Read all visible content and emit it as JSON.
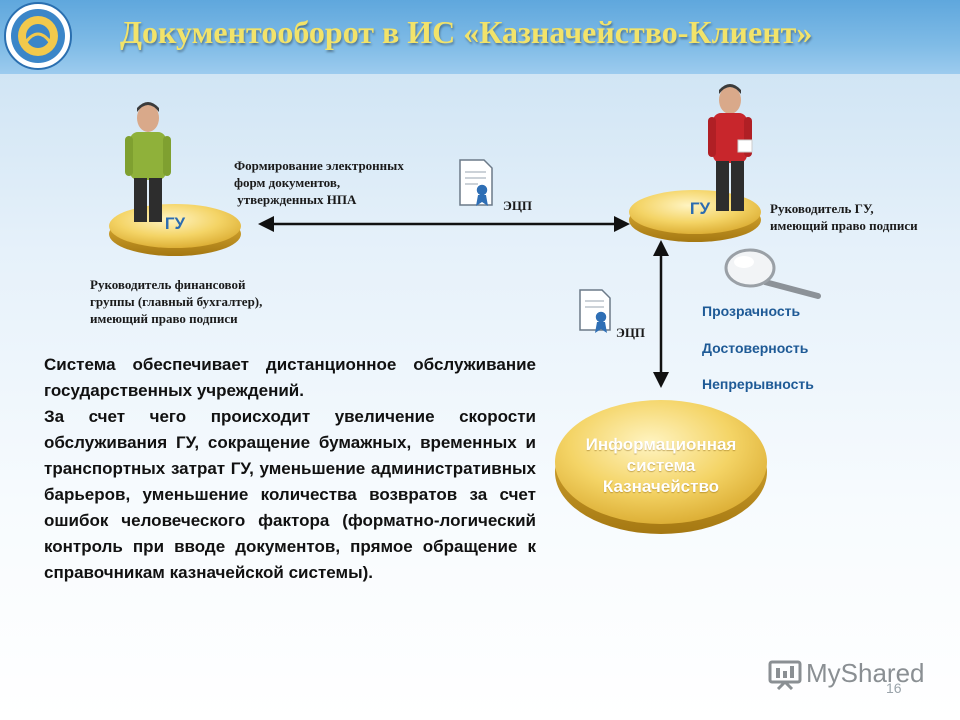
{
  "title": "Документооборот в ИС «Казначейство-Клиент»",
  "left_disc_label": "ГУ",
  "right_disc_label": "ГУ",
  "arrow_label_lines": [
    "Формирование электронных",
    "форм документов,",
    " утвержденных НПА"
  ],
  "ecp_top": "ЭЦП",
  "ecp_side": "ЭЦП",
  "left_caption_lines": [
    "Руководитель финансовой",
    "группы (главный бухгалтер),",
    "имеющий право подписи"
  ],
  "right_caption_lines": [
    "Руководитель ГУ,",
    "имеющий право подписи"
  ],
  "features": [
    "Прозрачность",
    "Достоверность",
    "Непрерывность"
  ],
  "is_label_lines": [
    "Информационная",
    "система",
    "Казначейство"
  ],
  "body_paragraphs": [
    "Система обеспечивает дистанционное обслуживание государственных учреждений.",
    "За счет чего происходит увеличение скорости обслуживания ГУ, сокращение бумажных, временных и транспортных затрат ГУ, уменьшение административных барьеров, уменьшение количества возвратов за счет ошибок человеческого фактора (форматно-логический контроль при вводе документов, прямое обращение к справочникам казначейской системы)."
  ],
  "watermark": "MyShared",
  "page_number": "16",
  "colors": {
    "title": "#f2e36a",
    "feature_text": "#1e5a96",
    "disc_text": "#2c6cb0",
    "disc_gold": "#f3cf5a"
  }
}
